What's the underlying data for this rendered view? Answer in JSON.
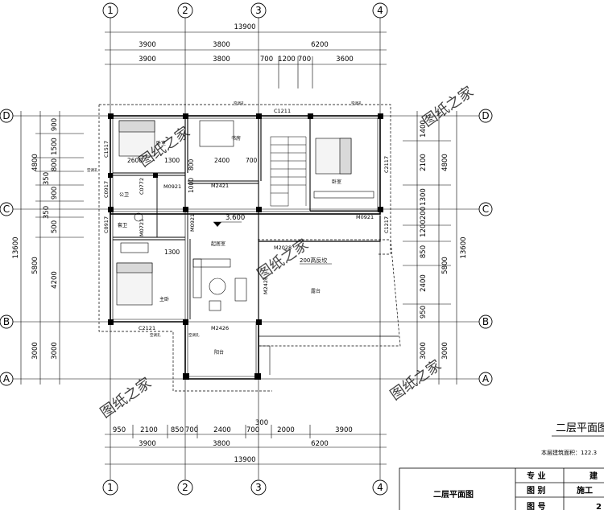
{
  "axes": {
    "vertical": [
      "1",
      "2",
      "3",
      "4"
    ],
    "horizontal": [
      "D",
      "C",
      "B",
      "A"
    ]
  },
  "dims": {
    "top_total": "13900",
    "top_row1": [
      "3900",
      "3800",
      "6200"
    ],
    "top_row2": [
      "3900",
      "3800",
      "700",
      "1200",
      "700",
      "3600"
    ],
    "bottom_row1": [
      "950",
      "2100",
      "850",
      "700",
      "2400",
      "700",
      "2000",
      "3900"
    ],
    "bottom_extra": "300",
    "bottom_row2": [
      "3900",
      "3800",
      "6200"
    ],
    "bottom_total": "13900",
    "left_outer": [
      "4800",
      "5800",
      "3000"
    ],
    "left_total": "13600",
    "left_inner": [
      "900",
      "1500",
      "800",
      "350",
      "900",
      "350",
      "500",
      "4200",
      "3000"
    ],
    "right_inner": [
      "1400",
      "2100",
      "1300",
      "200",
      "1200",
      "850",
      "2400",
      "950",
      "3000"
    ],
    "right_outer": [
      "4800",
      "5800",
      "3000"
    ],
    "right_total": "13600",
    "interior": [
      "2600",
      "1300",
      "2400",
      "700",
      "1300",
      "1000",
      "800"
    ]
  },
  "rooms": {
    "bedroom1": "卧室",
    "bedroom2": "卧室",
    "study": "书房",
    "public_bath": "公卫",
    "ensuite": "套卫",
    "master": "主卧",
    "living": "起居室",
    "terrace": "露台",
    "balcony": "阳台"
  },
  "labels": {
    "ac": "空调孔",
    "elevation": "3.600",
    "parapet": "200高反坎"
  },
  "codes": {
    "c1211": "C1211",
    "c1517": "C1517",
    "c0917a": "C0917",
    "c0917b": "C0917",
    "c0772": "C0772",
    "c2117": "C2117",
    "c1217": "C1217",
    "c2121": "C2121",
    "m0921a": "M0921",
    "m0921b": "M0921",
    "m0921c": "M0921",
    "m0721": "M0721",
    "m2421": "M2421",
    "m2028": "M2028",
    "m2426a": "M2426",
    "m2426b": "M2426"
  },
  "watermark": "图纸之家",
  "title": {
    "plan_name": "二层平面图",
    "area_note": "本层建筑面积：122.3",
    "table": {
      "drawing_name": "二层平面图",
      "row1_label": "专 业",
      "row1_value": "建",
      "row2_label": "图 别",
      "row2_value": "施工",
      "row3_label": "图 号",
      "row3_value": "2"
    }
  }
}
